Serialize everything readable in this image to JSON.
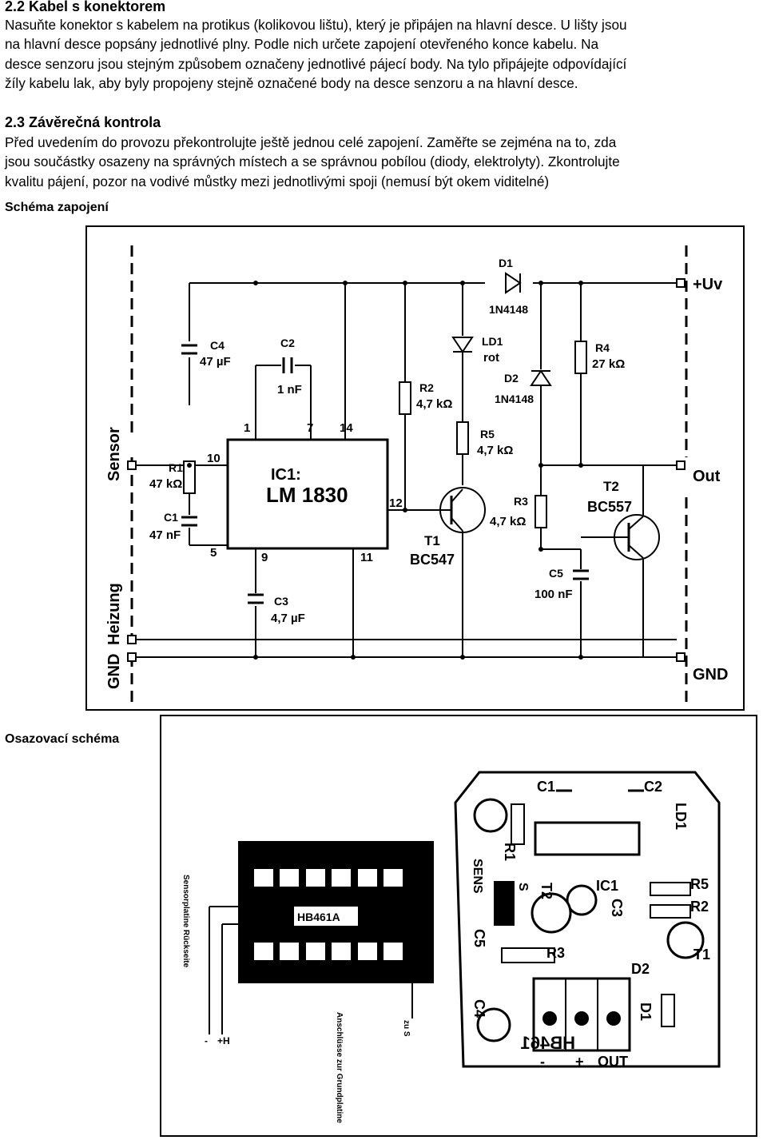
{
  "section_22": {
    "title": "2.2 Kabel s konektorem",
    "lines": [
      "Nasuňte konektor s kabelem na protikus (kolikovou lištu), který je připájen na hlavní desce. U lišty jsou",
      "na hlavní desce popsány jednotlivé plny. Podle nich určete zapojení otevřeného konce kabelu. Na",
      "desce senzoru jsou stejným způsobem označeny jednotlivé pájecí body. Na tylo připájejte odpovídající",
      "žíly kabelu lak, aby byly propojeny stejně označené body na desce senzoru a na hlavní desce."
    ]
  },
  "section_23": {
    "title": "2.3 Závěrečná kontrola",
    "lines": [
      "Před uvedením do provozu překontrolujte ještě jednou celé zapojení. Zaměřte se zejména na to, zda",
      "jsou součástky osazeny na správných místech a se správnou pobílou (diody, elektrolyty). Zkontrolujte",
      "kvalitu pájení, pozor na vodivé můstky mezi jednotlivými spoji (nemusí být okem viditelné)"
    ]
  },
  "captions": {
    "schematic": "Schéma zapojení",
    "assembly": "Osazovací schéma"
  },
  "schematic": {
    "ic_name": "IC1:",
    "ic_type": "LM 1830",
    "pins": {
      "p1": "1",
      "p7": "7",
      "p14": "14",
      "p10": "10",
      "p12": "12",
      "p5": "5",
      "p9": "9",
      "p11": "11"
    },
    "terminals": {
      "uv": "+Uv",
      "out": "Out",
      "gnd_right": "GND",
      "sensor": "Sensor",
      "heizung": "Heizung",
      "gnd_left": "GND"
    },
    "components": {
      "c4": "C4",
      "c4_val": "47 µF",
      "c2": "C2",
      "c2_val": "1 nF",
      "r1": "R1",
      "r1_val": "47 kΩ",
      "c1": "C1",
      "c1_val": "47 nF",
      "c3": "C3",
      "c3_val": "4,7 µF",
      "d1": "D1",
      "d1_val": "1N4148",
      "ld1": "LD1",
      "ld1_val": "rot",
      "d2": "D2",
      "d2_val": "1N4148",
      "r2": "R2",
      "r2_val": "4,7 kΩ",
      "r4": "R4",
      "r4_val": "27 kΩ",
      "r5": "R5",
      "r5_val": "4,7 kΩ",
      "r3": "R3",
      "r3_val": "4,7 kΩ",
      "c5": "C5",
      "c5_val": "100 nF",
      "t1": "T1",
      "t1_val": "BC547",
      "t2": "T2",
      "t2_val": "BC557"
    }
  },
  "assembly": {
    "back_labels": {
      "chip": "HB461A",
      "sens": "SENS",
      "side": "Sensorplatine Rückseite",
      "conn": "Anschlüsse zur Grundplatine",
      "zu_s": "zu S",
      "minus": "-",
      "plus": "+H"
    },
    "top_labels": {
      "c1": "C1",
      "c2": "C2",
      "ld1": "LD1",
      "r1": "R1",
      "sens": "SENS",
      "s": "S",
      "t2": "T2",
      "ic1": "IC1",
      "c3": "C3",
      "r5": "R5",
      "r2": "R2",
      "t1": "T1",
      "c5": "C5",
      "r3": "R3",
      "d2": "D2",
      "c4": "C4",
      "d1": "D1",
      "minus": "-",
      "plus": "+",
      "out": "OUT",
      "code": "HB461"
    }
  }
}
